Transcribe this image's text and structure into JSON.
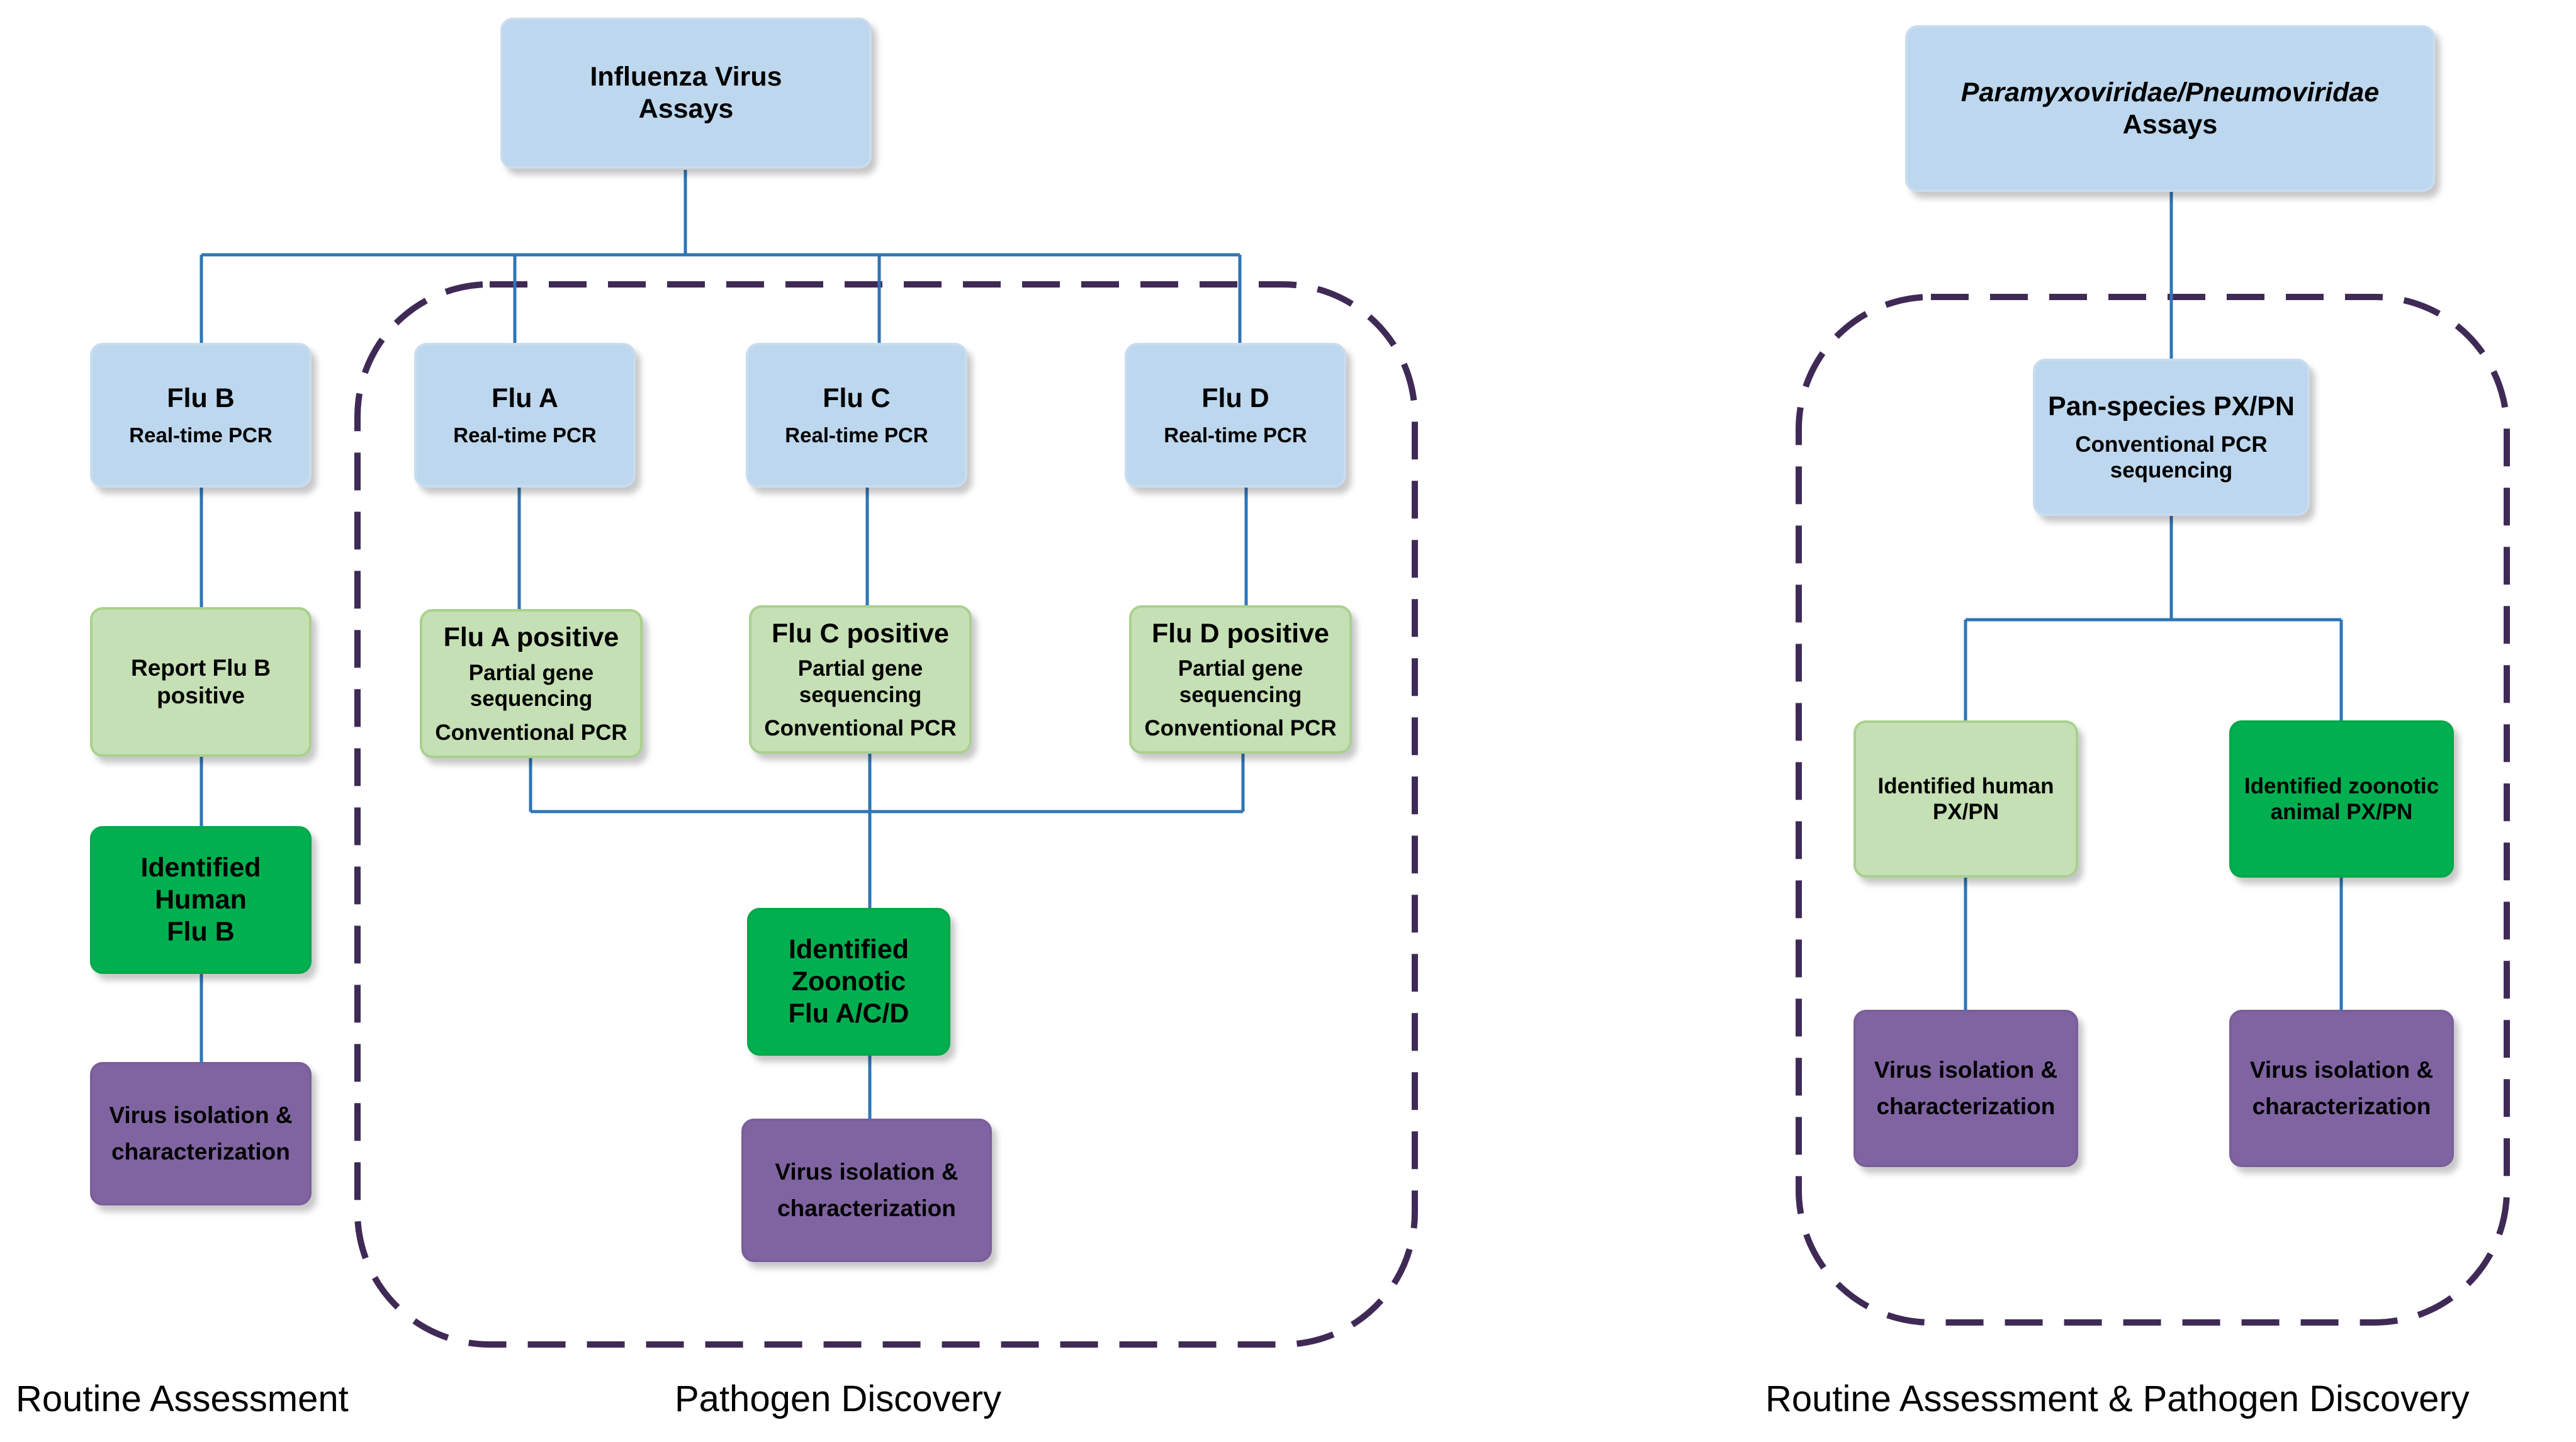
{
  "influenza": {
    "root": {
      "line1": "Influenza Virus",
      "line2": "Assays"
    },
    "flu_b": {
      "title": "Flu B",
      "sub": "Real-time PCR"
    },
    "flu_a": {
      "title": "Flu A",
      "sub": "Real-time PCR"
    },
    "flu_c": {
      "title": "Flu C",
      "sub": "Real-time PCR"
    },
    "flu_d": {
      "title": "Flu D",
      "sub": "Real-time PCR"
    },
    "report_b": {
      "line1": "Report Flu B",
      "line2": "positive"
    },
    "flu_a_pos": {
      "title": "Flu A positive",
      "line1": "Partial gene",
      "line2": "sequencing",
      "line3": "Conventional PCR"
    },
    "flu_c_pos": {
      "title": "Flu C positive",
      "line1": "Partial gene",
      "line2": "sequencing",
      "line3": "Conventional PCR"
    },
    "flu_d_pos": {
      "title": "Flu D positive",
      "line1": "Partial gene",
      "line2": "sequencing",
      "line3": "Conventional PCR"
    },
    "identified_human_b": {
      "line1": "Identified",
      "line2": "Human",
      "line3": "Flu B"
    },
    "identified_zoonotic": {
      "line1": "Identified",
      "line2": "Zoonotic",
      "line3": "Flu A/C/D"
    },
    "isolation_left": {
      "line1": "Virus isolation &",
      "line2": "characterization"
    },
    "isolation_center": {
      "line1": "Virus isolation &",
      "line2": "characterization"
    }
  },
  "paramyxo": {
    "root": {
      "italic": "Paramyxoviridae/Pneumoviridae",
      "line2": "Assays"
    },
    "pan": {
      "title": "Pan-species  PX/PN",
      "line1": "Conventional PCR",
      "line2": "sequencing"
    },
    "human": {
      "line1": "Identified human",
      "line2": "PX/PN"
    },
    "zoonotic": {
      "line1": "Identified zoonotic",
      "line2": "animal PX/PN"
    },
    "isolation_left": {
      "line1": "Virus isolation &",
      "line2": "characterization"
    },
    "isolation_right": {
      "line1": "Virus isolation &",
      "line2": "characterization"
    }
  },
  "captions": {
    "routine": "Routine Assessment",
    "discovery": "Pathogen Discovery",
    "combined": "Routine Assessment & Pathogen Discovery"
  },
  "colors": {
    "blue_box": "#bdd7ee",
    "light_green_box": "#c5e0b4",
    "dark_green_box": "#00b050",
    "purple_box": "#8064a2",
    "connector": "#2e75b6",
    "dashed_border": "#3f2a56"
  }
}
